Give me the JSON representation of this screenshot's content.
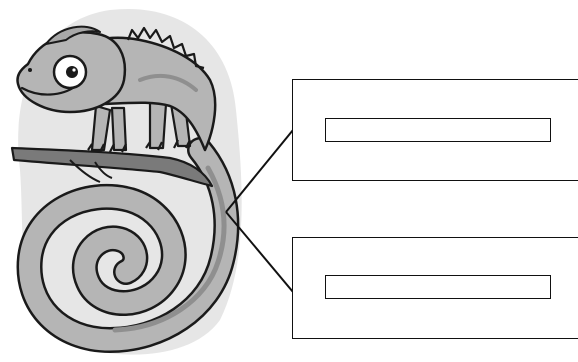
{
  "worksheet": {
    "illustration": {
      "subject": "chameleon-on-branch",
      "style": "grayscale-cartoon"
    },
    "labels": [
      {
        "id": "top",
        "points_to": "tail-base",
        "value": ""
      },
      {
        "id": "bottom",
        "points_to": "tail-base",
        "value": ""
      }
    ],
    "colors": {
      "body": "#b5b5b5",
      "body_shadow": "#8f8f8f",
      "branch": "#7a7a7a",
      "halo": "#e6e6e6",
      "outline": "#1a1a1a"
    }
  }
}
